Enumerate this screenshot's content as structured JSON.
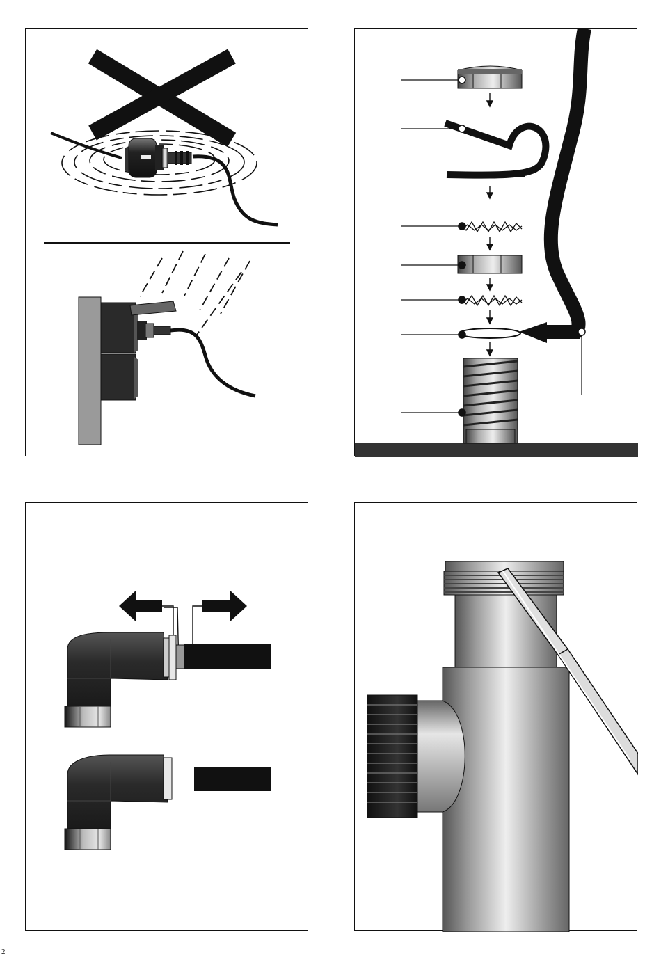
{
  "page": {
    "number": "2"
  },
  "figures": [
    {
      "id": "fig-plug-warning",
      "icons": [
        "cross-out-icon",
        "plug-in-water-icon",
        "plug-socket-rain-icon"
      ]
    },
    {
      "id": "fig-hose-connection-exploded",
      "icons": [
        "union-nut-icon",
        "clamp-icon",
        "seal-ring-icon",
        "threaded-spigot-icon",
        "hose-icon"
      ],
      "callouts": 8
    },
    {
      "id": "fig-elbow-disconnect",
      "icons": [
        "arrow-left-icon",
        "arrow-right-icon",
        "elbow-fitting-icon",
        "hose-section-icon"
      ]
    },
    {
      "id": "fig-screwdriver-removal",
      "icons": [
        "screwdriver-icon",
        "threaded-cap-icon",
        "pipe-body-icon",
        "knurled-nut-icon"
      ]
    }
  ],
  "colors": {
    "ink": "#111111",
    "wall": "#9a9a9a",
    "dark": "#2a2a2a",
    "metal_light": "#e4e4e4"
  }
}
